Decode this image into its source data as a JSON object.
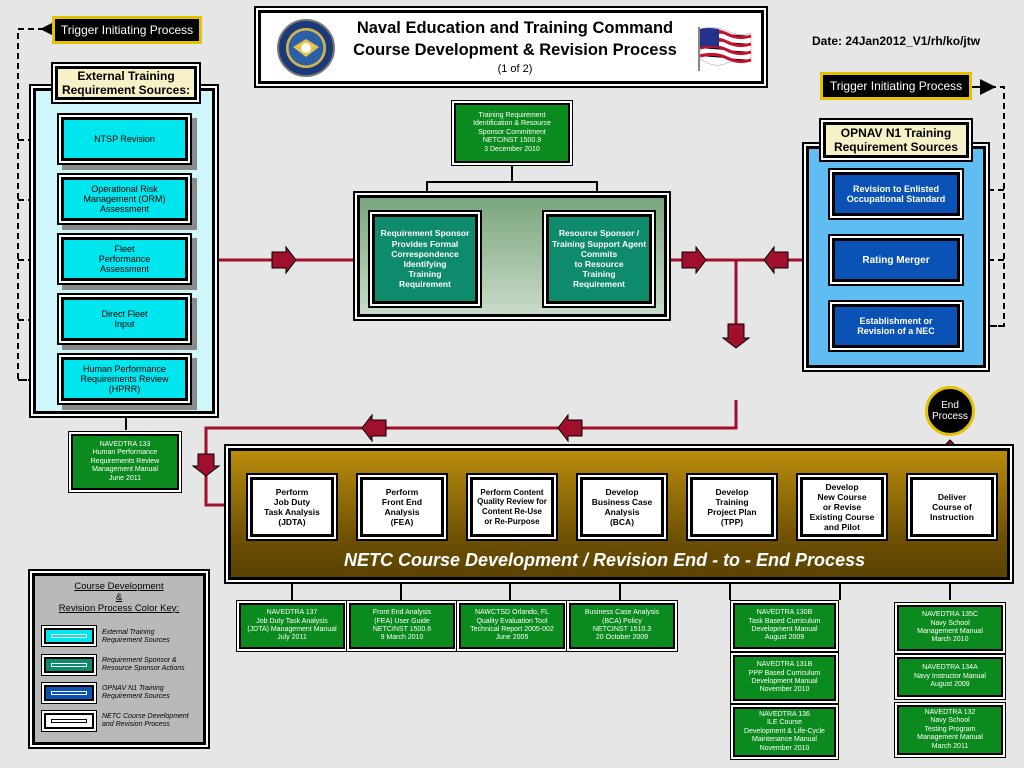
{
  "title": {
    "line1": "Naval Education and Training Command",
    "line2": "Course Development & Revision Process",
    "page": "(1 of 2)"
  },
  "date": "Date: 24Jan2012_V1/rh/ko/jtw",
  "triggers": {
    "left": "Trigger Initiating Process",
    "right": "Trigger Initiating Process"
  },
  "external": {
    "header": "External Training\nRequirement Sources:",
    "items": [
      "NTSP Revision",
      "Operational Risk\nManagement (ORM)\nAssessment",
      "Fleet\nPerformance\nAssessment",
      "Direct Fleet\nInput",
      "Human Performance\nRequirements Review\n(HPRR)"
    ],
    "ref": "NAVEDTRA 133\nHuman Performance\nRequirements Review\nManagement Manual\nJune 2011"
  },
  "opnav": {
    "header": "OPNAV N1 Training\nRequirement Sources",
    "items": [
      "Revision to Enlisted\nOccupational Standard",
      "Rating Merger",
      "Establishment or\nRevision of a NEC"
    ]
  },
  "sponsor": {
    "ref": "Training Requirement\nIdentification & Resource\nSponsor Commitment\nNETCINST 1500.9\n3 December 2010",
    "box1": "Requirement Sponsor\nProvides Formal\nCorrespondence\nIdentifying\nTraining\nRequirement",
    "box2": "Resource Sponsor /\nTraining Support Agent\nCommits\nto Resource\nTraining\nRequirement"
  },
  "end_process": "End\nProcess",
  "band_title": "NETC Course Development / Revision End - to - End Process",
  "steps": [
    "Perform\nJob Duty\nTask Analysis\n(JDTA)",
    "Perform\nFront End\nAnalysis\n(FEA)",
    "Perform Content\nQuality Review for\nContent Re-Use\nor Re-Purpose",
    "Develop\nBusiness Case\nAnalysis\n(BCA)",
    "Develop\nTraining\nProject Plan\n(TPP)",
    "Develop\nNew Course\nor Revise\nExisting Course\nand Pilot",
    "Deliver\nCourse of\nInstruction"
  ],
  "refs": [
    "NAVEDTRA 137\nJob Duty Task Analysis\n(JDTA) Management Manual\nJuly 2011",
    "Front End Analysis\n(FEA) User Guide\nNETCINST 1500.6\n9 March 2010",
    "NAWCTSD Orlando, FL\nQuality Evaluation Tool\nTechnical Report 2005-002\nJune 2005",
    "Business Case Analysis\n(BCA) Policy\nNETCINST 1510.3\n20 October 2009",
    "NAVEDTRA 130B\nTask Based Curriculum\nDevelopment Manual\nAugust 2009",
    "NAVEDTRA 131B\nPPP Based Curriculum\nDevelopment Manual\nNovember 2010",
    "NAVEDTRA 136\nILE Course\nDevelopment & Life-Cycle\nMaintenance Manual\nNovember 2010",
    "NAVEDTRA 135C\nNavy School\nManagement Manual\nMarch 2010",
    "NAVEDTRA 134A\nNavy Instructor Manual\nAugust 2009",
    "NAVEDTRA 132\nNavy School\nTesting Program\nManagement Manual\nMarch 2011"
  ],
  "key": {
    "title": "Course Development\n&\nRevision Process Color Key:",
    "items": [
      "External Training\nRequirement Sources",
      "Requirement Sponsor &\nResource Sponsor Actions",
      "OPNAV N1 Training\nRequirement Sources",
      "NETC Course Development\nand Revision Process"
    ]
  },
  "colors": {
    "connector": "#a0102c",
    "external": "#00e6ee",
    "sponsor": "#0e8a6c",
    "opnav": "#0b52b6",
    "netc": "#ffffff",
    "band": "#8a6508",
    "reference": "#0b8a1e"
  }
}
